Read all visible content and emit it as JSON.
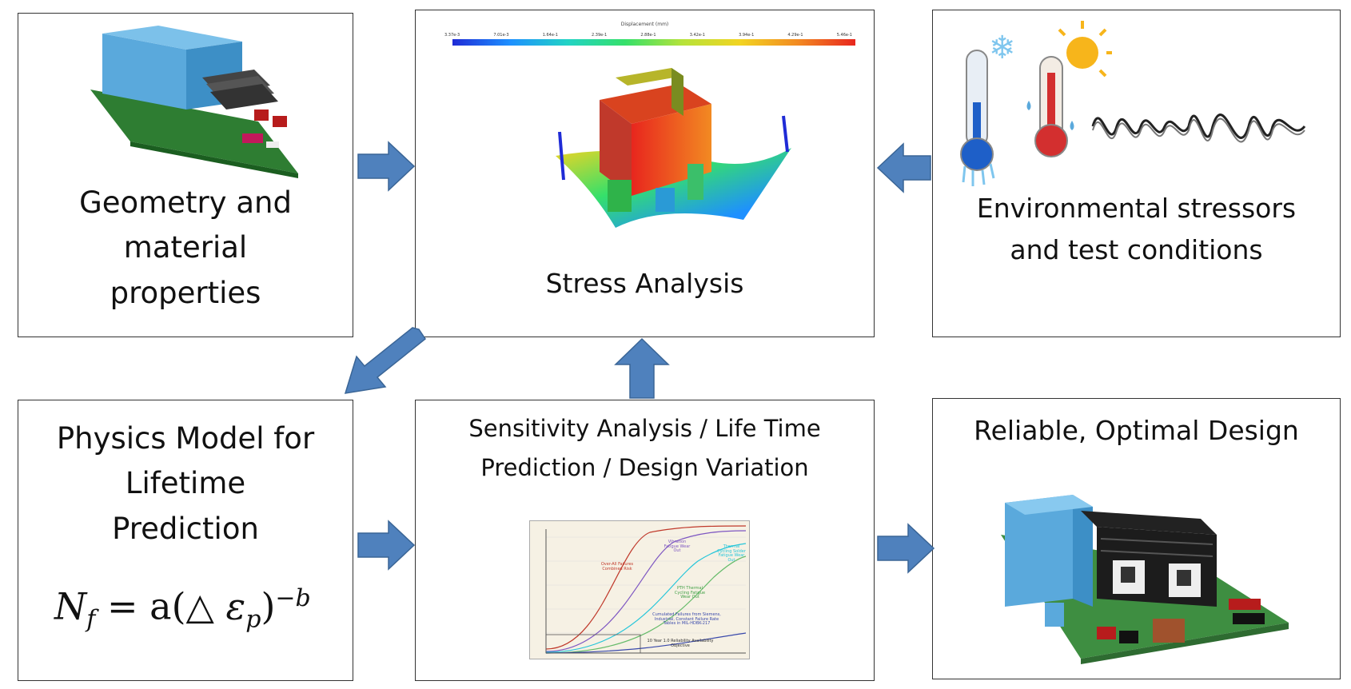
{
  "boxes": {
    "geometry": {
      "line1": "Geometry and",
      "line2": "material",
      "line3": "properties"
    },
    "stress": {
      "title": "Stress Analysis",
      "colorbar_title": "Displacement (mm)",
      "colorbar_ticks": [
        "3.37e-3",
        "7.01e-3",
        "1.64e-1",
        "2.39e-1",
        "2.88e-1",
        "3.42e-1",
        "3.94e-1",
        "4.29e-1",
        "5.46e-1"
      ]
    },
    "environment": {
      "line1": "Environmental stressors",
      "line2": "and test conditions"
    },
    "physics": {
      "line1": "Physics Model for",
      "line2": "Lifetime",
      "line3": "Prediction",
      "formula_lhs": "N",
      "formula_sub": "f",
      "formula_eq": "= a(",
      "formula_delta": "△ ε",
      "formula_psub": "p",
      "formula_close": ")",
      "formula_exp": "−b"
    },
    "sensitivity": {
      "line1": "Sensitivity Analysis / Life Time",
      "line2": "Prediction / Design Variation",
      "curve_labels": [
        "Over-All Failures Combined Risk",
        "Vibration Fatigue Wear Out",
        "Thermal Cycling Solder Fatigue Wear Out",
        "PTH Thermal Cycling Fatigue Wear Out",
        "Cumulated Failures from Siemens, Industrial, Constant Failure Rate Tables in MIL-HDBK-217",
        "10 Year 1.0 Reliability Availability Objective"
      ]
    },
    "reliable": {
      "title": "Reliable, Optimal Design"
    }
  },
  "colors": {
    "arrow_fill": "#4f81bd",
    "arrow_stroke": "#3a6596",
    "border": "#333333"
  }
}
